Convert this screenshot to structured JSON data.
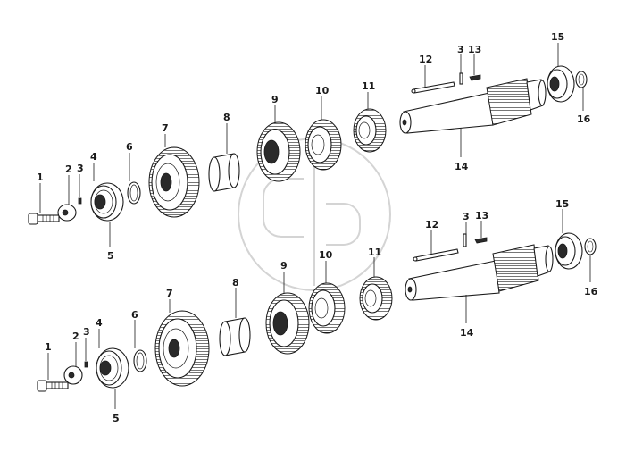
{
  "diagram": {
    "assemblies": [
      {
        "id": "upper",
        "callouts": [
          "1",
          "2",
          "3",
          "4",
          "5",
          "6",
          "7",
          "8",
          "9",
          "10",
          "11",
          "12",
          "3",
          "13",
          "14",
          "15",
          "16"
        ]
      },
      {
        "id": "lower",
        "callouts": [
          "1",
          "2",
          "3",
          "4",
          "5",
          "6",
          "7",
          "8",
          "9",
          "10",
          "11",
          "12",
          "3",
          "13",
          "14",
          "15",
          "16"
        ]
      }
    ]
  }
}
